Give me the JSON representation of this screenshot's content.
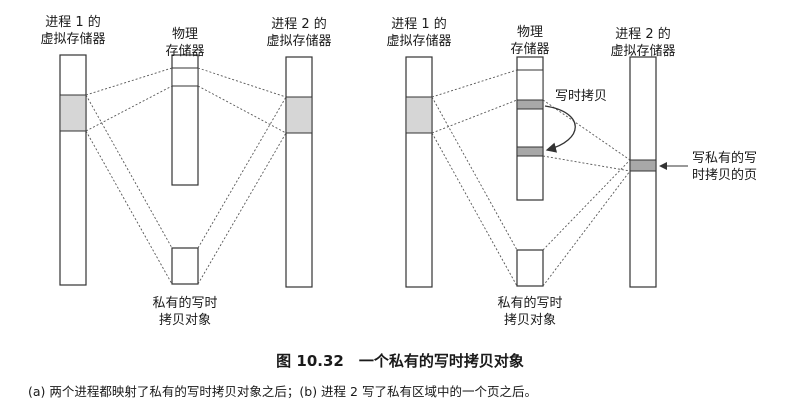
{
  "panel_a": {
    "vm1_label": [
      "进程 1 的",
      "虚拟存储器"
    ],
    "phys_label": [
      "物理",
      "存储器"
    ],
    "vm2_label": [
      "进程 2 的",
      "虚拟存储器"
    ],
    "object_label": [
      "私有的写时",
      "拷贝对象"
    ]
  },
  "panel_b": {
    "vm1_label": [
      "进程 1 的",
      "虚拟存储器"
    ],
    "phys_label": [
      "物理",
      "存储器"
    ],
    "vm2_label": [
      "进程 2 的",
      "虚拟存储器"
    ],
    "object_label": [
      "私有的写时",
      "拷贝对象"
    ],
    "copy_label": "写时拷贝",
    "cow_page_label": [
      "写私有的写",
      "时拷贝的页"
    ]
  },
  "caption": {
    "title": "图 10.32　一个私有的写时拷贝对象",
    "subtitle": "(a) 两个进程都映射了私有的写时拷贝对象之后；(b) 进程 2 写了私有区域中的一个页之后。"
  },
  "colors": {
    "stroke": "#333333",
    "page_fill": "#d6d6d6",
    "cow_fill": "#a8a8a8"
  }
}
